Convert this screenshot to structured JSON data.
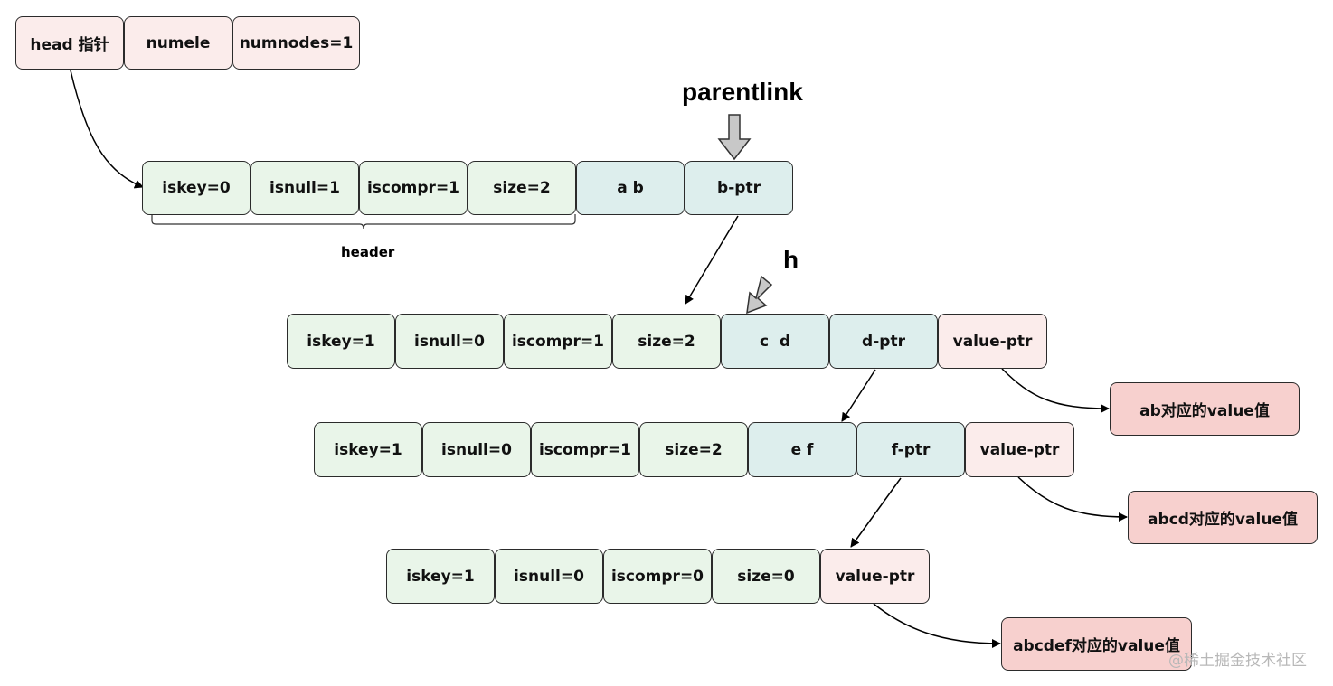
{
  "top": {
    "head": "head 指针",
    "numele": "numele",
    "numnodes": "numnodes=1"
  },
  "labels": {
    "parentlink": "parentlink",
    "h": "h",
    "header": "header"
  },
  "node1": {
    "iskey": "iskey=0",
    "isnull": "isnull=1",
    "iscompr": "iscompr=1",
    "size": "size=2",
    "data": "a b",
    "ptr": "b-ptr"
  },
  "node2": {
    "iskey": "iskey=1",
    "isnull": "isnull=0",
    "iscompr": "iscompr=1",
    "size": "size=2",
    "data": "c  d",
    "ptr": "d-ptr",
    "value_ptr": "value-ptr",
    "value": "ab对应的value值"
  },
  "node3": {
    "iskey": "iskey=1",
    "isnull": "isnull=0",
    "iscompr": "iscompr=1",
    "size": "size=2",
    "data": "e f",
    "ptr": "f-ptr",
    "value_ptr": "value-ptr",
    "value": "abcd对应的value值"
  },
  "node4": {
    "iskey": "iskey=1",
    "isnull": "isnull=0",
    "iscompr": "iscompr=0",
    "size": "size=0",
    "value_ptr": "value-ptr",
    "value": "abcdef对应的value值"
  },
  "watermark": "@稀土掘金技术社区"
}
